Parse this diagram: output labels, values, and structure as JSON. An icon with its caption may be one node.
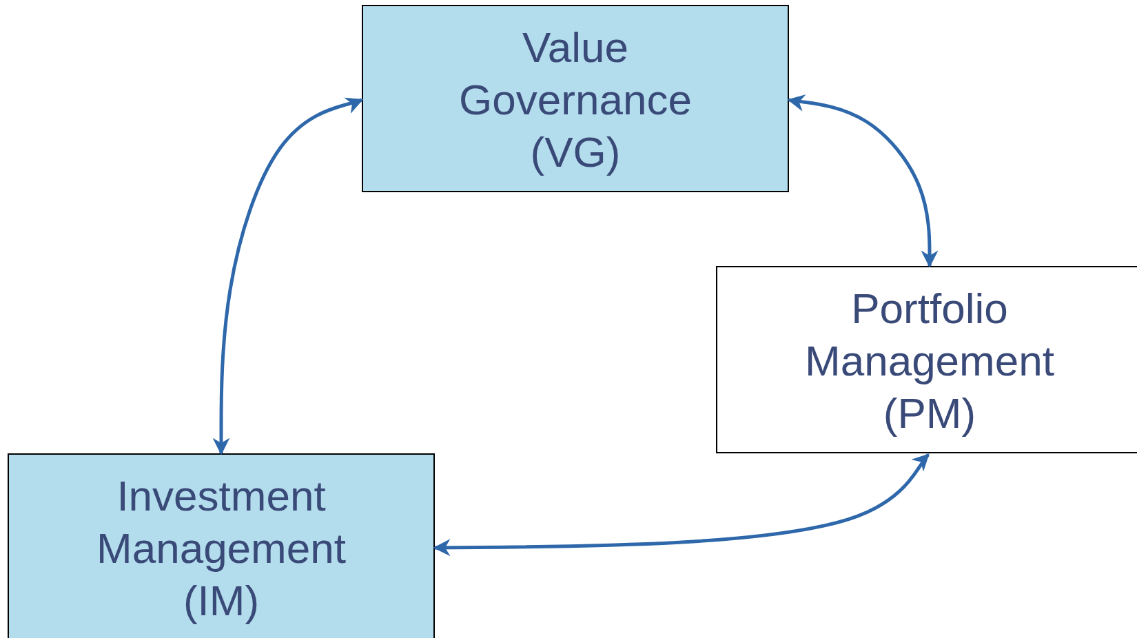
{
  "diagram": {
    "nodes": [
      {
        "text": [
          "Value Governance (VG)"
        ]
      },
      {
        "text": [
          "Portfolio Management (PM)"
        ]
      },
      {
        "text": [
          "Investment Management (IM)"
        ]
      }
    ],
    "edges": [
      {
        "from": 0,
        "to": 2,
        "arrow": "both"
      },
      {
        "from": 0,
        "to": 1,
        "arrow": "both"
      },
      {
        "from": 1,
        "to": 2,
        "arrow": "both"
      }
    ]
  }
}
